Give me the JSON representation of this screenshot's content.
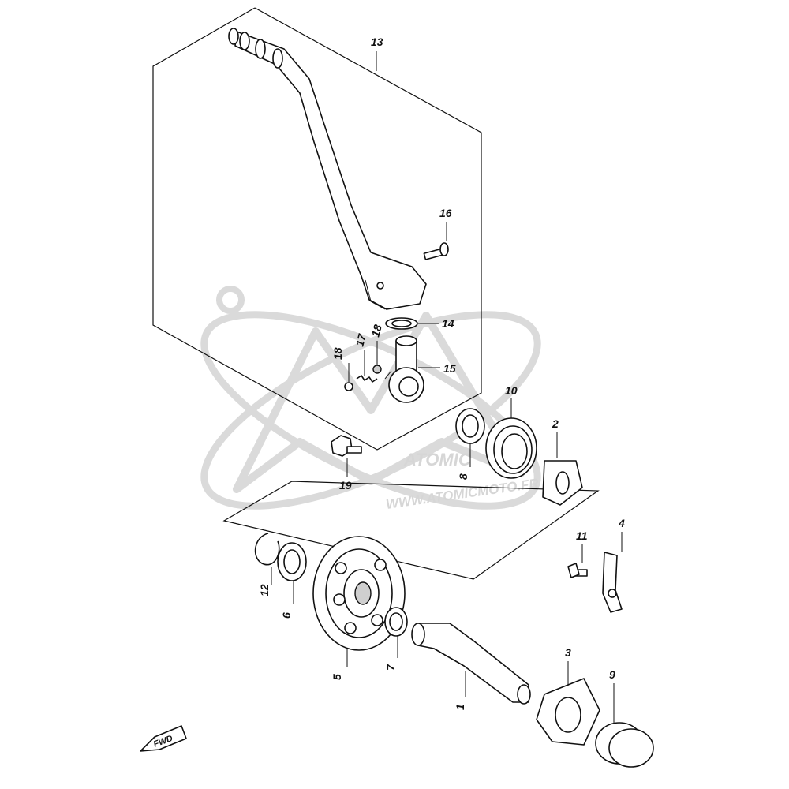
{
  "diagram": {
    "callouts": [
      {
        "id": "13",
        "label": "13"
      },
      {
        "id": "16",
        "label": "16"
      },
      {
        "id": "14",
        "label": "14"
      },
      {
        "id": "15",
        "label": "15"
      },
      {
        "id": "18a",
        "label": "18"
      },
      {
        "id": "17",
        "label": "17"
      },
      {
        "id": "18b",
        "label": "18"
      },
      {
        "id": "19",
        "label": "19"
      },
      {
        "id": "10",
        "label": "10"
      },
      {
        "id": "8",
        "label": "8"
      },
      {
        "id": "2",
        "label": "2"
      },
      {
        "id": "11",
        "label": "11"
      },
      {
        "id": "4",
        "label": "4"
      },
      {
        "id": "12",
        "label": "12"
      },
      {
        "id": "6",
        "label": "6"
      },
      {
        "id": "5",
        "label": "5"
      },
      {
        "id": "7",
        "label": "7"
      },
      {
        "id": "1",
        "label": "1"
      },
      {
        "id": "3",
        "label": "3"
      },
      {
        "id": "9",
        "label": "9"
      }
    ],
    "fwd_label": "FWD"
  },
  "watermark": {
    "logo_text": "ATOMIC",
    "url_text": "WWW.ATOMICMOTO.FR"
  }
}
